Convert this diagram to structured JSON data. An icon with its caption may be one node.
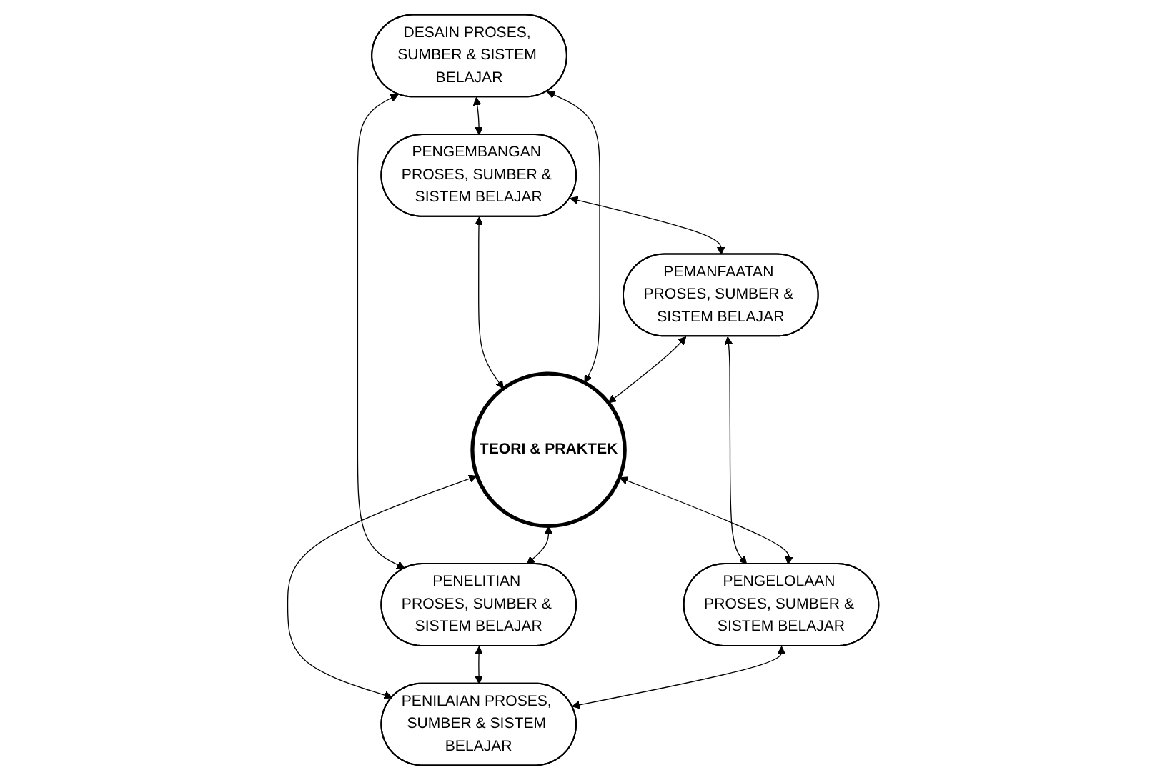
{
  "diagram": {
    "nodes": [
      {
        "text": [
          "PENGEMBANGAN PROSES, SUMBER & SISTEM BELAJAR"
        ]
      },
      {
        "text": [
          "DESAIN PROSES, SUMBER & SISTEM BELAJAR"
        ]
      },
      {
        "text": [
          "PEMANFAATAN PROSES, SUMBER & SISTEM BELAJAR"
        ]
      },
      {
        "text": [
          "TEORI & PRAKTEK"
        ]
      },
      {
        "text": [
          "PENELITIAN PROSES, SUMBER & SISTEM BELAJAR"
        ]
      },
      {
        "text": [
          "PENGELOLAAN PROSES, SUMBER & SISTEM BELAJAR"
        ]
      },
      {
        "text": [
          "PENILAIAN PROSES, SUMBER & SISTEM BELAJAR"
        ]
      }
    ],
    "edges": [
      {
        "from": 1,
        "to": 0,
        "arrow": "both"
      },
      {
        "from": 0,
        "to": 2,
        "arrow": "both"
      },
      {
        "from": 1,
        "to": 4,
        "arrow": "both"
      },
      {
        "from": 2,
        "to": 5,
        "arrow": "both"
      },
      {
        "from": 0,
        "to": 3,
        "arrow": "both"
      },
      {
        "from": 1,
        "to": 3,
        "arrow": "both"
      },
      {
        "from": 2,
        "to": 3,
        "arrow": "both"
      },
      {
        "from": 3,
        "to": 4,
        "arrow": "both"
      },
      {
        "from": 3,
        "to": 5,
        "arrow": "both"
      },
      {
        "from": 3,
        "to": 6,
        "arrow": "both"
      },
      {
        "from": 4,
        "to": 6,
        "arrow": "both"
      },
      {
        "from": 5,
        "to": 6,
        "arrow": "both"
      }
    ]
  }
}
